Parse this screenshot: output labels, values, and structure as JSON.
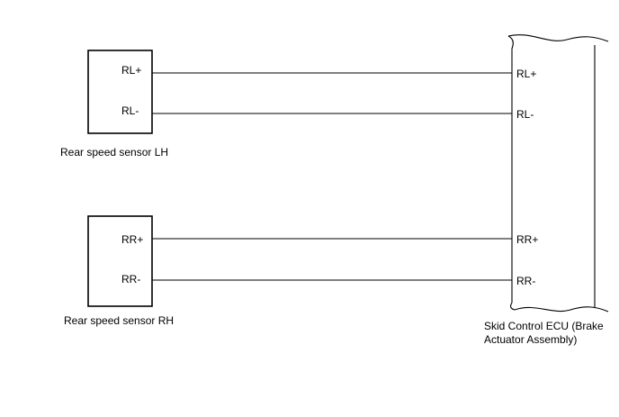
{
  "sensor_lh": {
    "caption": "Rear speed sensor LH",
    "pin_pos": "RL+",
    "pin_neg": "RL-"
  },
  "sensor_rh": {
    "caption": "Rear speed sensor RH",
    "pin_pos": "RR+",
    "pin_neg": "RR-"
  },
  "ecu": {
    "caption_line1": "Skid Control ECU (Brake",
    "caption_line2": "Actuator Assembly)",
    "pins": [
      "RL+",
      "RL-",
      "RR+",
      "RR-"
    ]
  },
  "connections": [
    {
      "from": "RL+",
      "to": "RL+"
    },
    {
      "from": "RL-",
      "to": "RL-"
    },
    {
      "from": "RR+",
      "to": "RR+"
    },
    {
      "from": "RR-",
      "to": "RR-"
    }
  ],
  "colors": {
    "line": "#000000",
    "background": "#ffffff"
  }
}
